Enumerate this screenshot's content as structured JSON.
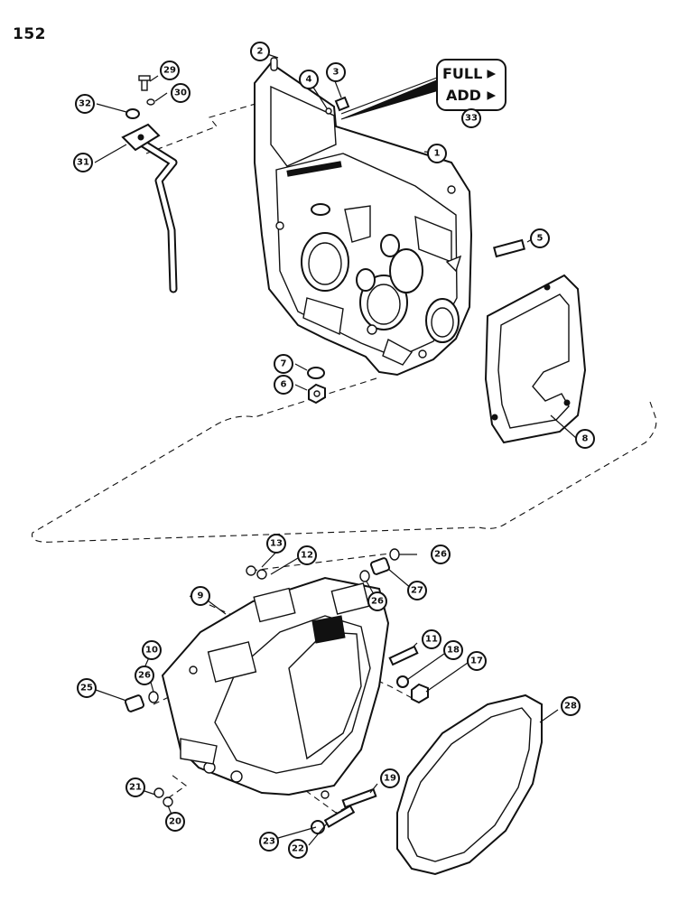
{
  "page": {
    "number": "152"
  },
  "dipstick_label": {
    "line1": "FULL",
    "line2": "ADD",
    "callout": "33"
  },
  "callouts": [
    {
      "id": "1",
      "label": "1"
    },
    {
      "id": "2",
      "label": "2"
    },
    {
      "id": "3",
      "label": "3"
    },
    {
      "id": "4",
      "label": "4"
    },
    {
      "id": "5",
      "label": "5"
    },
    {
      "id": "6",
      "label": "6"
    },
    {
      "id": "7",
      "label": "7"
    },
    {
      "id": "8",
      "label": "8"
    },
    {
      "id": "9",
      "label": "9"
    },
    {
      "id": "10",
      "label": "10"
    },
    {
      "id": "11",
      "label": "11"
    },
    {
      "id": "12",
      "label": "12"
    },
    {
      "id": "13",
      "label": "13"
    },
    {
      "id": "17",
      "label": "17"
    },
    {
      "id": "18",
      "label": "18"
    },
    {
      "id": "19",
      "label": "19"
    },
    {
      "id": "20",
      "label": "20"
    },
    {
      "id": "21",
      "label": "21"
    },
    {
      "id": "22",
      "label": "22"
    },
    {
      "id": "23",
      "label": "23"
    },
    {
      "id": "25",
      "label": "25"
    },
    {
      "id": "26a",
      "label": "26"
    },
    {
      "id": "26b",
      "label": "26"
    },
    {
      "id": "26c",
      "label": "26"
    },
    {
      "id": "27",
      "label": "27"
    },
    {
      "id": "28",
      "label": "28"
    },
    {
      "id": "29",
      "label": "29"
    },
    {
      "id": "30",
      "label": "30"
    },
    {
      "id": "31",
      "label": "31"
    },
    {
      "id": "32",
      "label": "32"
    }
  ]
}
